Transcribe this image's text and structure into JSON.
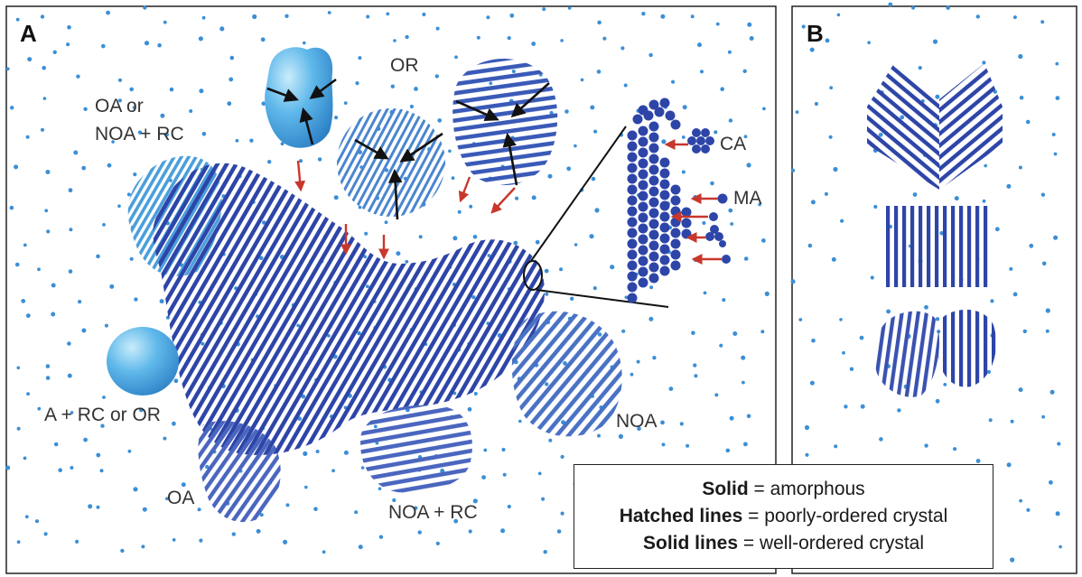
{
  "panels": {
    "a": {
      "letter": "A"
    },
    "b": {
      "letter": "B"
    }
  },
  "labels": {
    "oa_or": "OA or",
    "noa_rc_top": "NOA + RC",
    "or": "OR",
    "ca": "CA",
    "ma": "MA",
    "a_rc_or": "A + RC or OR",
    "oa": "OA",
    "noa_rc_bottom": "NOA + RC",
    "noa": "NOA"
  },
  "legend": {
    "rows": [
      {
        "key": "Solid",
        "sep": " = ",
        "desc": "amorphous"
      },
      {
        "key": "Hatched lines",
        "sep": " = ",
        "desc": "poorly-ordered crystal"
      },
      {
        "key": "Solid lines",
        "sep": " = ",
        "desc": "well-ordered crystal"
      }
    ]
  },
  "colors": {
    "dark_blue": "#2e45a8",
    "mid_blue": "#4a72c4",
    "light_blue": "#4a9fdc",
    "cyan": "#5fb8ea",
    "dot": "#3b8fd6",
    "red_arrow": "#c8372c",
    "frame": "#222222"
  }
}
